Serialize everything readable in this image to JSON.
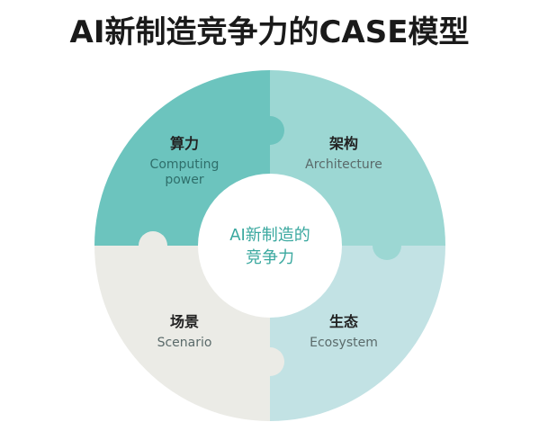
{
  "title": "AI新制造竞争力的CASE模型",
  "colors": {
    "computing": "#6cc4be",
    "architecture": "#9cd7d3",
    "scenario": "#ebebe6",
    "ecosystem": "#c2e2e4",
    "center_text": "#3aa89f",
    "computing_sub": "#2f6f6b",
    "other_sub": "#5a6a6a"
  },
  "center": {
    "line1": "AI新制造的",
    "line2": "竞争力"
  },
  "quadrants": {
    "computing": {
      "title": "算力",
      "sub_line1": "Computing",
      "sub_line2": "power"
    },
    "architecture": {
      "title": "架构",
      "sub_line1": "Architecture"
    },
    "scenario": {
      "title": "场景",
      "sub_line1": "Scenario"
    },
    "ecosystem": {
      "title": "生态",
      "sub_line1": "Ecosystem"
    }
  }
}
